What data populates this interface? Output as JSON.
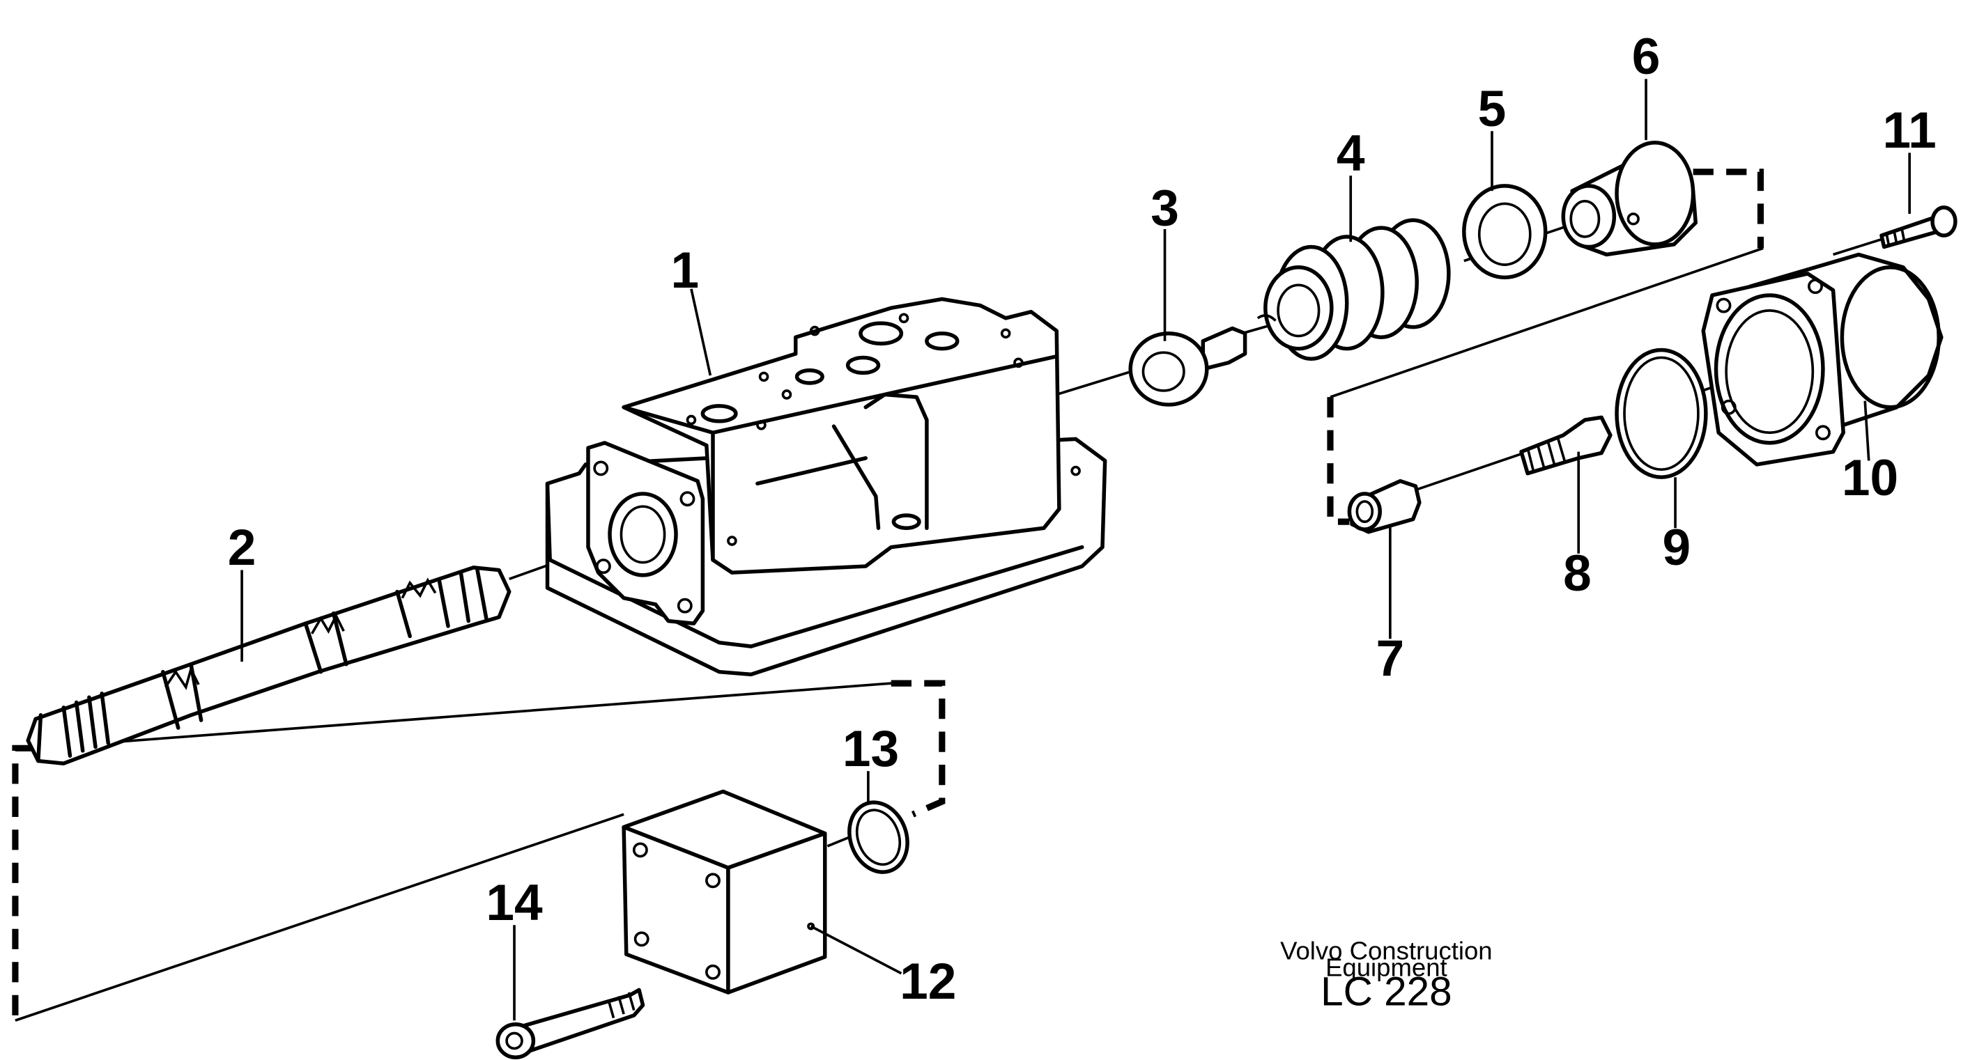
{
  "callouts": {
    "c1": "1",
    "c2": "2",
    "c3": "3",
    "c4": "4",
    "c5": "5",
    "c6": "6",
    "c7": "7",
    "c8": "8",
    "c9": "9",
    "c10": "10",
    "c11": "11",
    "c12": "12",
    "c13": "13",
    "c14": "14"
  },
  "caption": {
    "company_line1": "Volvo Construction",
    "company_line2": "Equipment",
    "code": "LC 228"
  }
}
